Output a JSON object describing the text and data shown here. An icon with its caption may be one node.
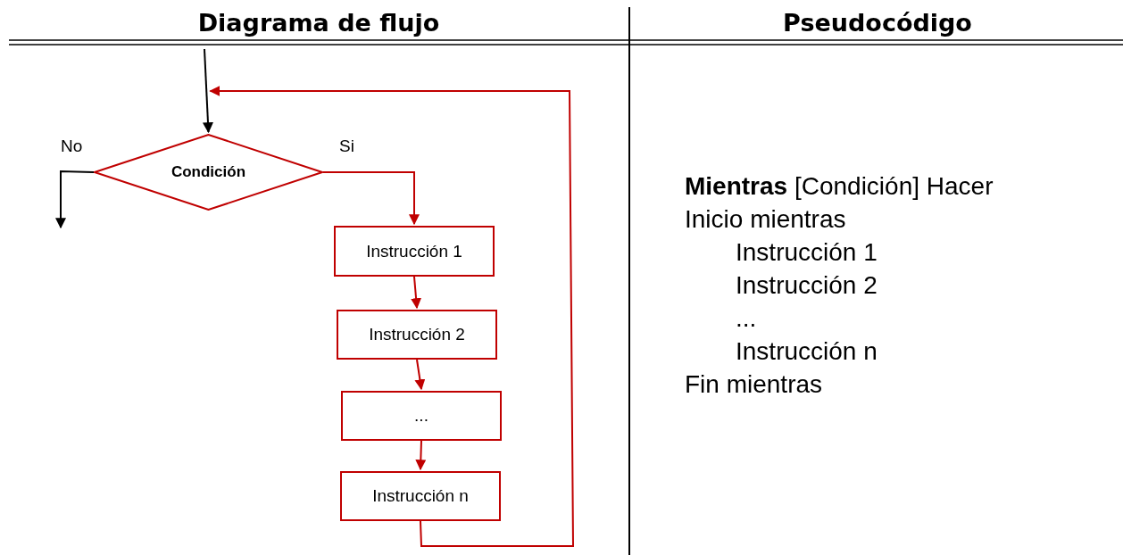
{
  "diagram": {
    "nodes": [
      {
        "text": [
          "Condición"
        ]
      },
      {
        "text": [
          "Instrucción 1"
        ]
      },
      {
        "text": [
          "Instrucción 2"
        ]
      },
      {
        "text": [
          "..."
        ]
      },
      {
        "text": [
          "Instrucción n"
        ]
      }
    ],
    "edges": [
      {
        "from": null,
        "to": 0,
        "arrow": "to",
        "color": "#000000"
      },
      {
        "from": 0,
        "to": null,
        "arrow": "to",
        "label": "No",
        "color": "#000000"
      },
      {
        "from": 0,
        "to": 1,
        "arrow": "to",
        "label": "Si"
      },
      {
        "from": 1,
        "to": 2,
        "arrow": "to"
      },
      {
        "from": 2,
        "to": 3,
        "arrow": "to"
      },
      {
        "from": 3,
        "to": 4,
        "arrow": "to"
      },
      {
        "from": 4,
        "to": 0,
        "arrow": "to"
      }
    ],
    "labels": [
      "Diagrama de flujo",
      "Pseudocódigo",
      "**Mientras** [Condición] Hacer",
      "Inicio mientras",
      "Instrucción 1",
      "Instrucción 2",
      "...",
      "Instrucción n",
      "Fin mientras"
    ]
  }
}
